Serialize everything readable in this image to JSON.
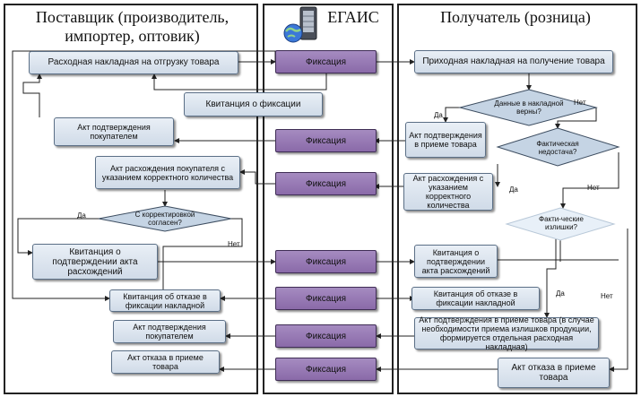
{
  "columns": {
    "supplier": "Поставщик (производитель,\nимпортер, оптовик)",
    "egais": "ЕГАИС",
    "receiver": "Получатель (розница)"
  },
  "fixation_label": "Фиксация",
  "supplier": {
    "invoice_out": "Расходная накладная на отгрузку товара",
    "receipt_fix": "Квитанция о фиксации",
    "buyer_confirm_act": "Акт подтверждения покупателем",
    "discrepancy_act": "Акт расхождения покупателя с указанием корректного количества",
    "agree_q": "С корректировкой согласен?",
    "confirm_receipt": "Квитанция о подтверждении акта расхождений",
    "reject_receipt": "Квитанция об отказе в фиксации накладной",
    "buyer_confirm_act2": "Акт подтверждения покупателем",
    "reject_act": "Акт отказа в приеме товара"
  },
  "receiver": {
    "invoice_in": "Приходная накладная на получение товара",
    "data_correct_q": "Данные в накладной верны?",
    "confirm_act": "Акт подтверждения в приеме товара",
    "shortage_q": "Фактическая недостача?",
    "discrepancy_act": "Акт расхождения с указанием корректного количества",
    "surplus_q": "Факти-ческие излишки?",
    "discrepancy_receipt": "Квитанция о подтверждении акта расхождений",
    "reject_receipt": "Квитанция об отказе в фиксации накладной",
    "confirm_act_note": "Акт подтверждения в приеме товара (в случае необходимости приема излишков продукции, формируется отдельная расходная накладная)",
    "reject_act": "Акт отказа в приеме товара"
  },
  "labels": {
    "yes": "Да",
    "no": "Нет"
  },
  "colors": {
    "fixation": "#8a6aa9",
    "box": "#d0dbe8",
    "diamond": "#c5d4e4",
    "diamond_light": "#e8f0f8"
  }
}
